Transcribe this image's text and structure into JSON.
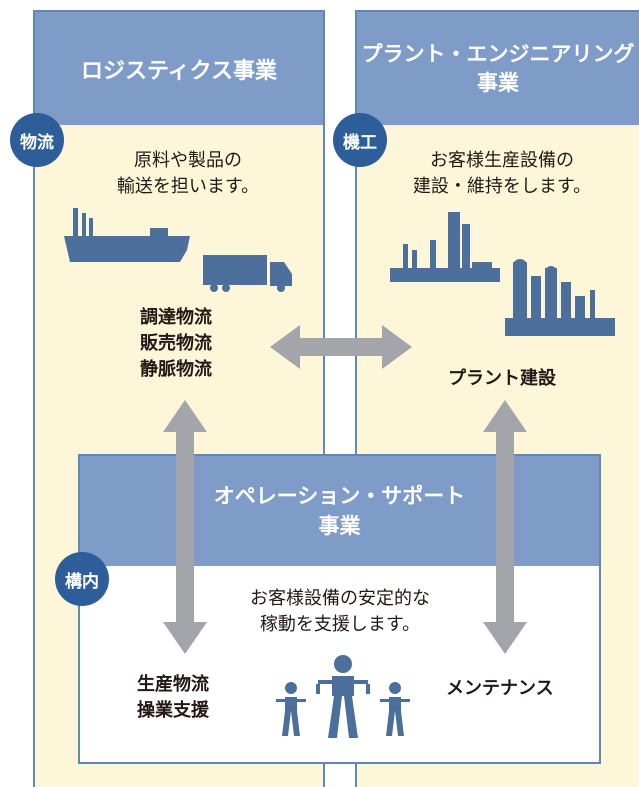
{
  "logistics": {
    "title": "ロジスティクス事業",
    "badge": "物流",
    "description": "原料や製品の\n輸送を担います。",
    "services": "調達物流\n販売物流\n静脈物流"
  },
  "plant": {
    "title_line1": "プラント・エンジニアリング",
    "title_line2": "事業",
    "badge": "機工",
    "description": "お客様生産設備の\n建設・維持をします。",
    "service": "プラント建設"
  },
  "operation": {
    "title_line1": "オペレーション・サポート",
    "title_line2": "事業",
    "badge": "構内",
    "description": "お客様設備の安定的な\n稼動を支援します。",
    "services_left": "生産物流\n操業支援",
    "service_right": "メンテナンス"
  },
  "colors": {
    "header": "#7f9cc8",
    "panel_bg": "#fdf6d8",
    "badge": "#2d5e9a",
    "icon": "#4d6f9c",
    "arrow": "#a3a5ab"
  },
  "icons": [
    "ship-icon",
    "truck-icon",
    "refinery-icon",
    "plant-facility-icon",
    "workers-icon",
    "double-arrow-icon"
  ]
}
